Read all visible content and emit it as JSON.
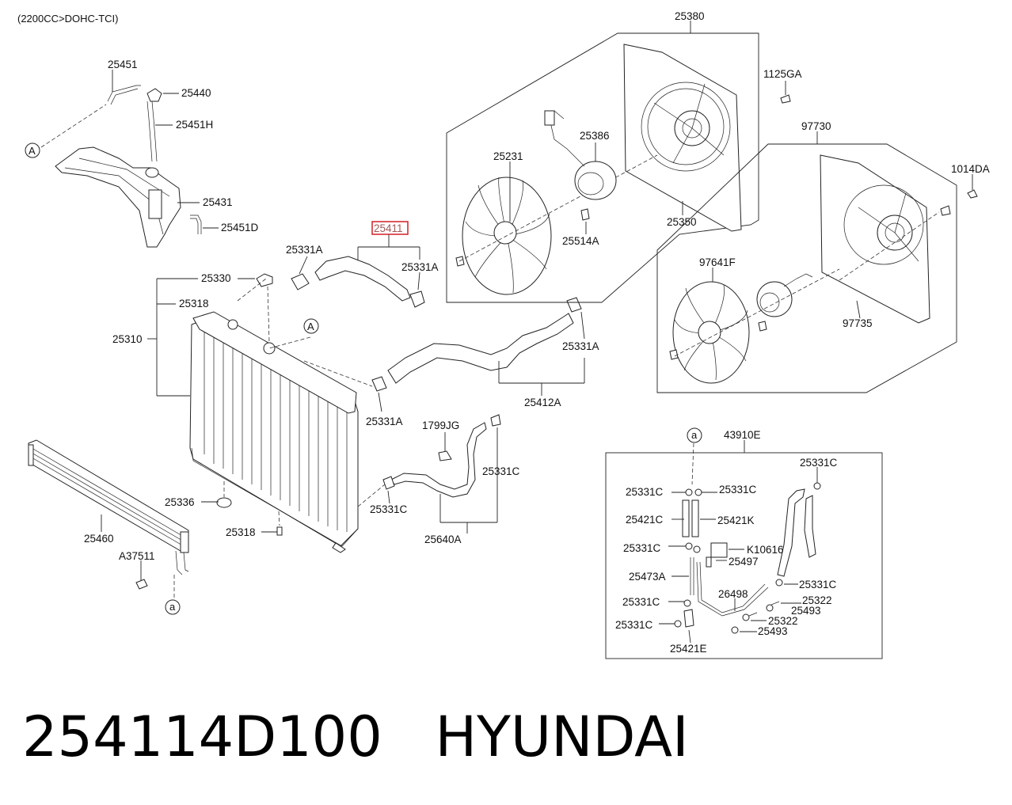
{
  "variant_note": "(2200CC>DOHC-TCI)",
  "caption": {
    "part_number": "254114D100",
    "brand": "HYUNDAI"
  },
  "highlight": {
    "label": "25411",
    "color": "#d21f26"
  },
  "callouts": {
    "c25380": "25380",
    "c25451": "25451",
    "c25440": "25440",
    "c25451H": "25451H",
    "c1125GA": "1125GA",
    "c97730": "97730",
    "c25386": "25386",
    "c25231": "25231",
    "c1014DA": "1014DA",
    "c25431": "25431",
    "c25451D": "25451D",
    "c25350": "25350",
    "c25514A": "25514A",
    "c25331A_1": "25331A",
    "c25331A_2": "25331A",
    "c97641F": "97641F",
    "c25330": "25330",
    "c25318_1": "25318",
    "c25310": "25310",
    "c97735": "97735",
    "c25331A_3": "25331A",
    "c25412A": "25412A",
    "c25331A_4": "25331A",
    "c1799JG": "1799JG",
    "c43910E": "43910E",
    "c25331C_1": "25331C",
    "c25336": "25336",
    "c25331C_2": "25331C",
    "c25460": "25460",
    "c25318_2": "25318",
    "c25640A": "25640A",
    "cA37511": "A37511",
    "c25331C_3": "25331C",
    "c25331C_4": "25331C",
    "c25421C": "25421C",
    "c25421K": "25421K",
    "c25331C_5": "25331C",
    "cK10616": "K10616",
    "c25497": "25497",
    "c25473A": "25473A",
    "c25331C_6": "25331C",
    "c26498": "26498",
    "c25331C_7": "25331C",
    "c25322_1": "25322",
    "c25493_1": "25493",
    "c25331C_8": "25331C",
    "c25322_2": "25322",
    "c25493_2": "25493",
    "c25421E": "25421E"
  },
  "ref_circles": {
    "A_upper": "A",
    "A_lower": "A",
    "a_upper": "a",
    "a_lower": "a"
  }
}
